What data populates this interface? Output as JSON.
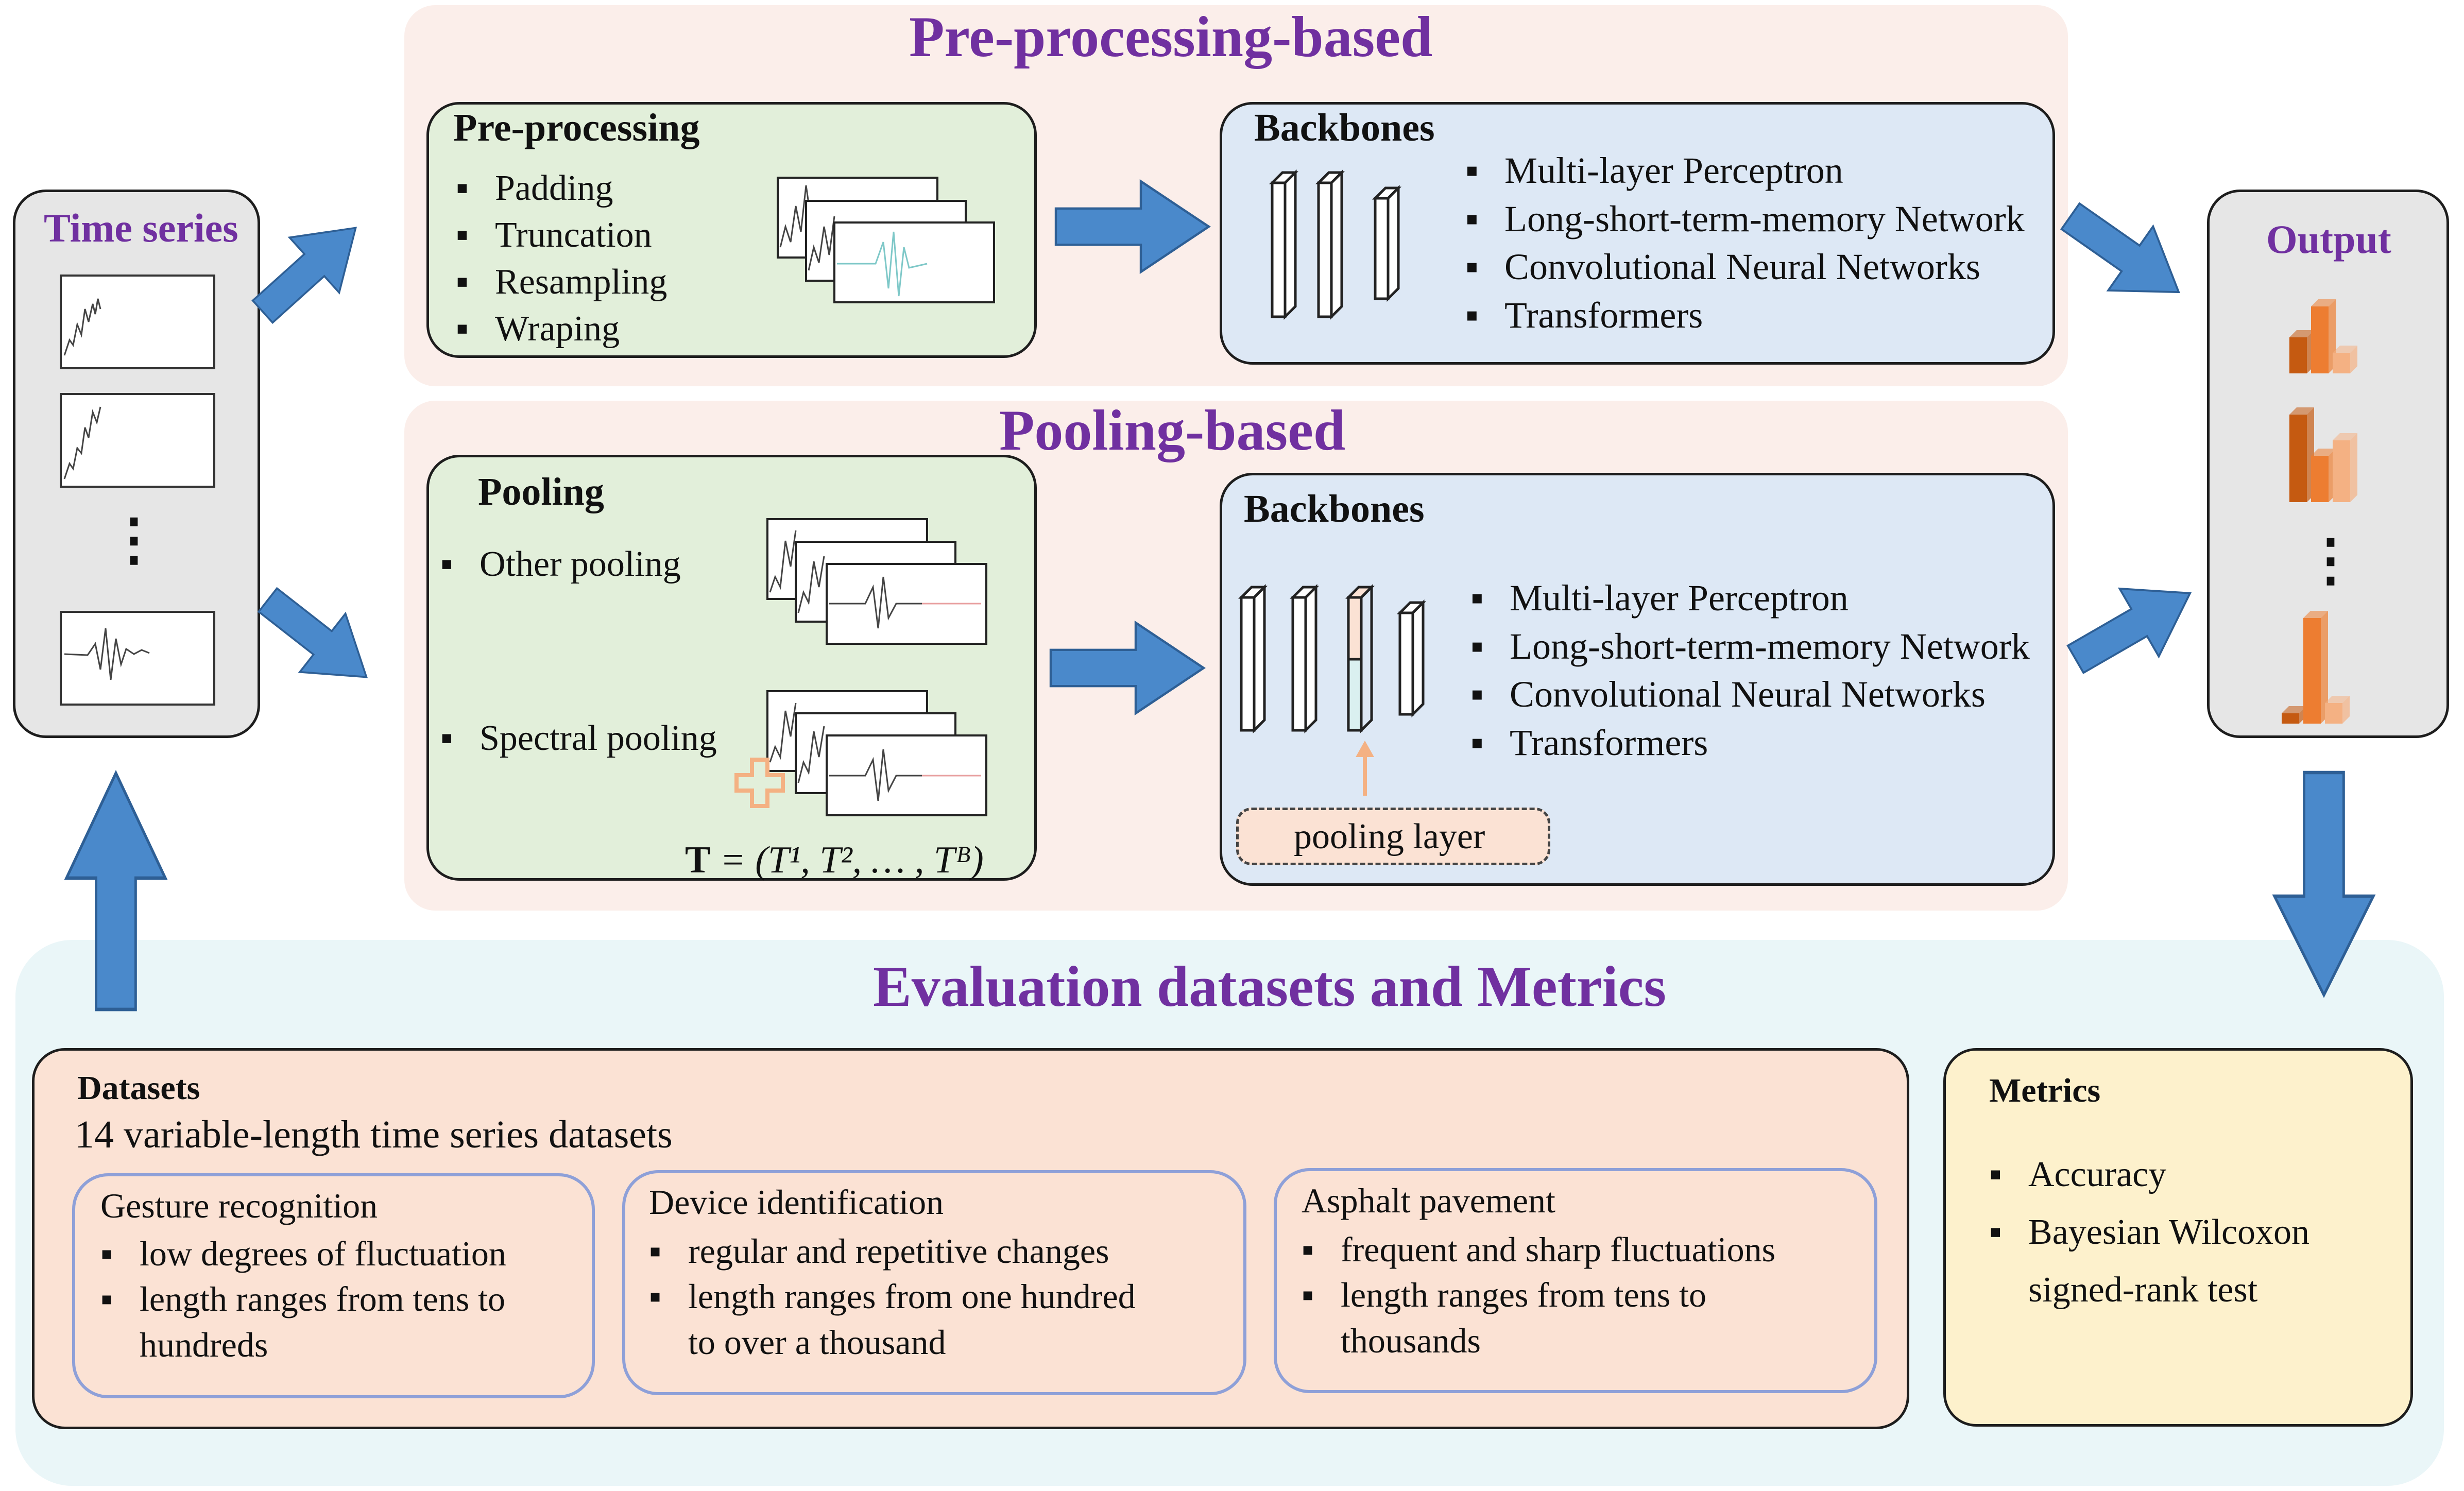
{
  "sections": {
    "preprocessing_title": "Pre-processing-based",
    "pooling_title": "Pooling-based",
    "evaluation_title": "Evaluation datasets and Metrics"
  },
  "time_series": {
    "title": "Time series",
    "ellipsis": "⋮"
  },
  "output": {
    "title": "Output",
    "ellipsis": "⋮"
  },
  "preprocessing": {
    "title": "Pre-processing",
    "items": [
      "Padding",
      "Truncation",
      "Resampling",
      "Wraping"
    ]
  },
  "pooling": {
    "title": "Pooling",
    "other": "Other pooling",
    "spectral": "Spectral pooling",
    "formula_bold": "T",
    "formula_rest": " = (T¹, T², … , Tᴮ)"
  },
  "backbones": {
    "title": "Backbones",
    "items": [
      "Multi-layer Perceptron",
      "Long-short-term-memory Network",
      "Convolutional Neural Networks",
      "Transformers"
    ],
    "pooling_layer": "pooling layer"
  },
  "datasets": {
    "title": "Datasets",
    "subtitle": "14 variable-length time series datasets",
    "groups": [
      {
        "title": "Gesture recognition",
        "items": [
          "low degrees of fluctuation",
          "length ranges from tens to",
          "hundreds"
        ]
      },
      {
        "title": "Device identification",
        "items": [
          "regular and repetitive changes",
          "length ranges from one hundred",
          "to over a thousand"
        ]
      },
      {
        "title": "Asphalt pavement",
        "items": [
          "frequent and sharp fluctuations",
          "length ranges from tens to",
          "thousands"
        ]
      }
    ]
  },
  "metrics": {
    "title": "Metrics",
    "items": [
      "Accuracy",
      "Bayesian Wilcoxon",
      "signed-rank test"
    ]
  },
  "colors": {
    "section_title": "#7030a0",
    "arrow": "#4a89cb",
    "green_box": "#e2efda",
    "blue_box": "#dde8f5",
    "pink_panel": "#fbeeea",
    "eval_panel": "#eaf6f8",
    "dataset_box": "#fbe2d4",
    "metrics_box": "#fdf1cc",
    "bar_dark": "#c55a11",
    "bar_mid": "#ed7d31",
    "bar_light": "#f4b183"
  }
}
